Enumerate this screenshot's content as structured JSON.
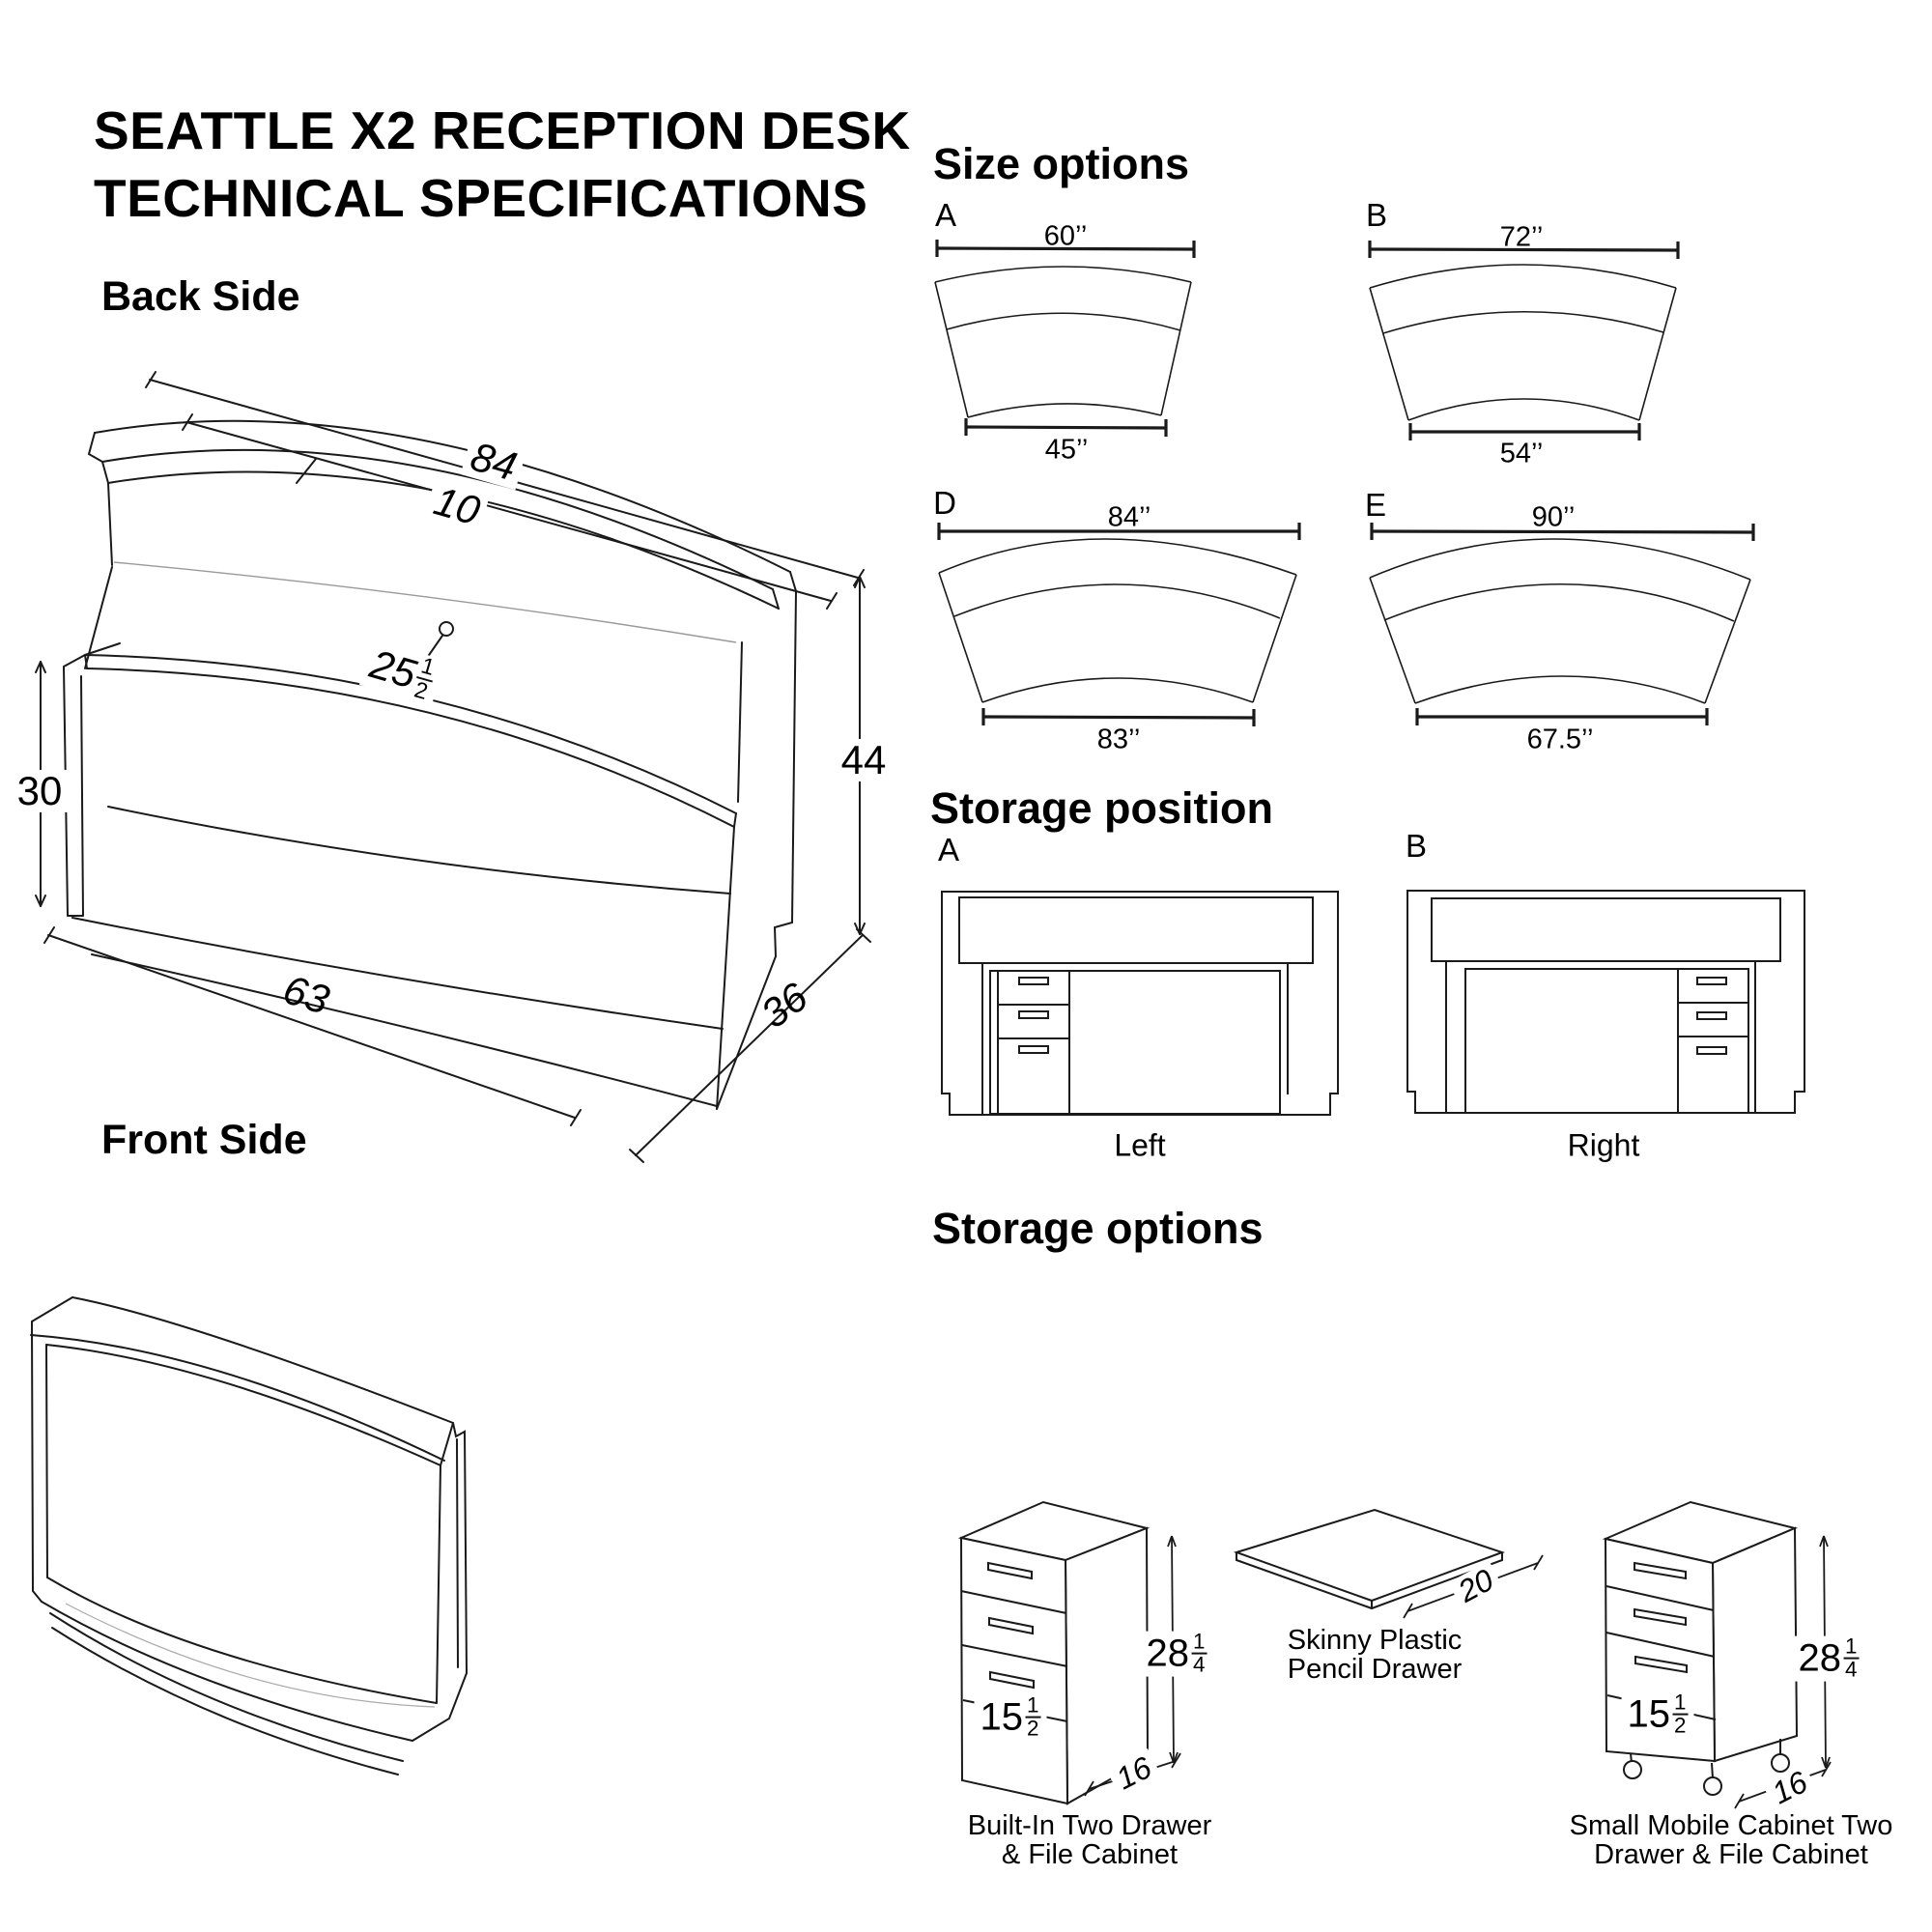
{
  "page": {
    "title_line1": "SEATTLE X2 RECEPTION DESK",
    "title_line2": "TECHNICAL SPECIFICATIONS"
  },
  "back_side": {
    "heading": "Back Side",
    "dims": {
      "top_length": "84",
      "counter_depth": "10",
      "work_depth_whole": "25",
      "work_depth_num": "1",
      "work_depth_den": "2",
      "left_height": "30",
      "total_height": "44",
      "front_width": "63",
      "side_depth": "36"
    }
  },
  "front_side": {
    "heading": "Front Side"
  },
  "size_options": {
    "heading": "Size options",
    "options": [
      {
        "label": "A",
        "top_width": "60’’",
        "bottom_width": "45’’"
      },
      {
        "label": "B",
        "top_width": "72’’",
        "bottom_width": "54’’"
      },
      {
        "label": "D",
        "top_width": "84’’",
        "bottom_width": "83’’"
      },
      {
        "label": "E",
        "top_width": "90’’",
        "bottom_width": "67.5’’"
      }
    ]
  },
  "storage_position": {
    "heading": "Storage position",
    "positions": [
      {
        "label": "A",
        "caption": "Left"
      },
      {
        "label": "B",
        "caption": "Right"
      }
    ]
  },
  "storage_options": {
    "heading": "Storage options",
    "items": [
      {
        "caption_line1": "Built-In Two Drawer",
        "caption_line2": "& File Cabinet",
        "height_whole": "28",
        "height_num": "1",
        "height_den": "4",
        "front_whole": "15",
        "front_num": "1",
        "front_den": "2",
        "depth": "16"
      },
      {
        "caption_line1": "Skinny Plastic",
        "caption_line2": "Pencil Drawer",
        "depth": "20"
      },
      {
        "caption_line1": "Small Mobile Cabinet Two",
        "caption_line2": "Drawer & File Cabinet",
        "height_whole": "28",
        "height_num": "1",
        "height_den": "4",
        "front_whole": "15",
        "front_num": "1",
        "front_den": "2",
        "depth": "16"
      }
    ]
  }
}
